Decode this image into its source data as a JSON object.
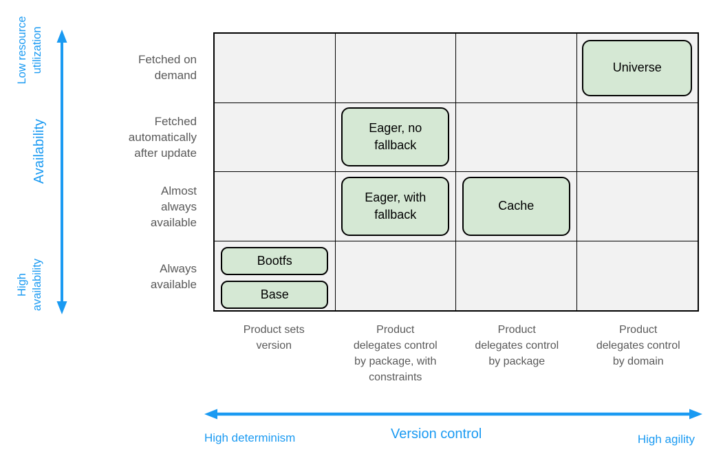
{
  "colors": {
    "accent_blue": "#1a9af2",
    "box_fill": "#d5e8d4",
    "box_border": "#000000",
    "cell_fill": "#f2f2f2",
    "grid_line": "#000000",
    "label_gray": "#595959"
  },
  "y_axis": {
    "top_label": "Low resource\nutilization",
    "title": "Availability",
    "bottom_label": "High\navailability"
  },
  "x_axis": {
    "left_label": "High determinism",
    "title": "Version control",
    "right_label": "High agility"
  },
  "row_labels": [
    "Fetched on\ndemand",
    "Fetched\nautomatically\nafter update",
    "Almost\nalways\navailable",
    "Always\navailable"
  ],
  "column_labels": [
    "Product sets\nversion",
    "Product\ndelegates control\nby package, with\nconstraints",
    "Product\ndelegates control\nby package",
    "Product\ndelegates control\nby domain"
  ],
  "boxes": {
    "universe": "Universe",
    "eager_no_fallback": "Eager, no\nfallback",
    "eager_with_fallback": "Eager, with\nfallback",
    "cache": "Cache",
    "bootfs": "Bootfs",
    "base": "Base"
  }
}
